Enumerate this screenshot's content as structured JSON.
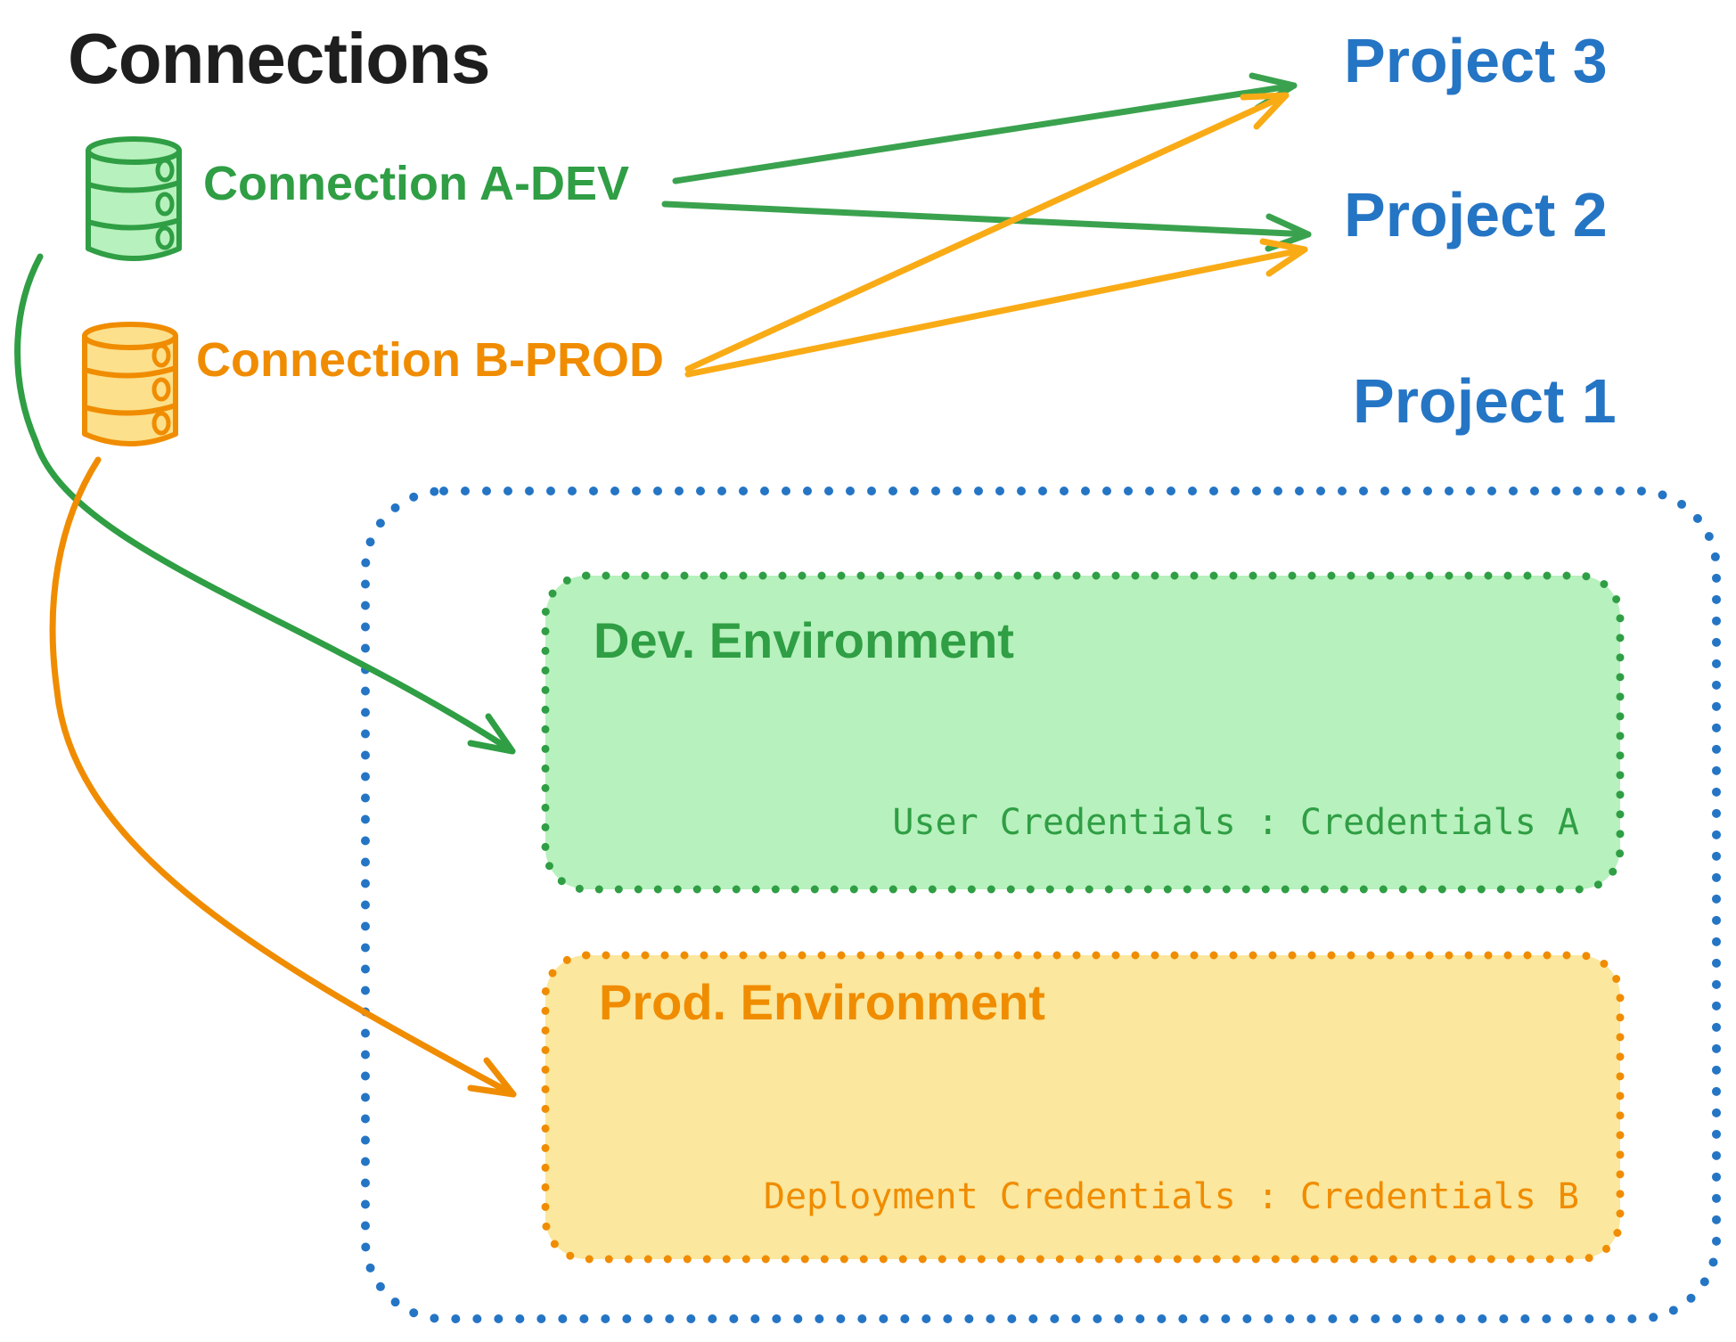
{
  "title": "Connections",
  "colors": {
    "black": "#1e1e1e",
    "green": "#2f9e44",
    "green_arrow": "#3aa24e",
    "green_fill": "#b7f1bd",
    "orange": "#f08c00",
    "orange_arrow": "#f9ab16",
    "orange_fill": "#fbe79d",
    "orange_db_fill": "#fce08b",
    "blue": "#2575c5",
    "background": "#ffffff"
  },
  "connections": [
    {
      "label": "Connection A-DEV",
      "icon": "database-icon",
      "env": "dev"
    },
    {
      "label": "Connection B-PROD",
      "icon": "database-icon",
      "env": "prod"
    }
  ],
  "projects": [
    {
      "label": "Project 3"
    },
    {
      "label": "Project 2"
    },
    {
      "label": "Project 1"
    }
  ],
  "project1": {
    "dev_environment": {
      "title": "Dev. Environment",
      "credentials": "User Credentials : Credentials A"
    },
    "prod_environment": {
      "title": "Prod. Environment",
      "credentials": "Deployment Credentials : Credentials B"
    }
  },
  "edges": [
    {
      "from": "Connection A-DEV",
      "to": "Project 3",
      "color": "green"
    },
    {
      "from": "Connection A-DEV",
      "to": "Project 2",
      "color": "green"
    },
    {
      "from": "Connection A-DEV",
      "to": "Dev. Environment (Project 1)",
      "color": "green"
    },
    {
      "from": "Connection B-PROD",
      "to": "Project 3",
      "color": "orange"
    },
    {
      "from": "Connection B-PROD",
      "to": "Project 2",
      "color": "orange"
    },
    {
      "from": "Connection B-PROD",
      "to": "Prod. Environment (Project 1)",
      "color": "orange"
    }
  ]
}
